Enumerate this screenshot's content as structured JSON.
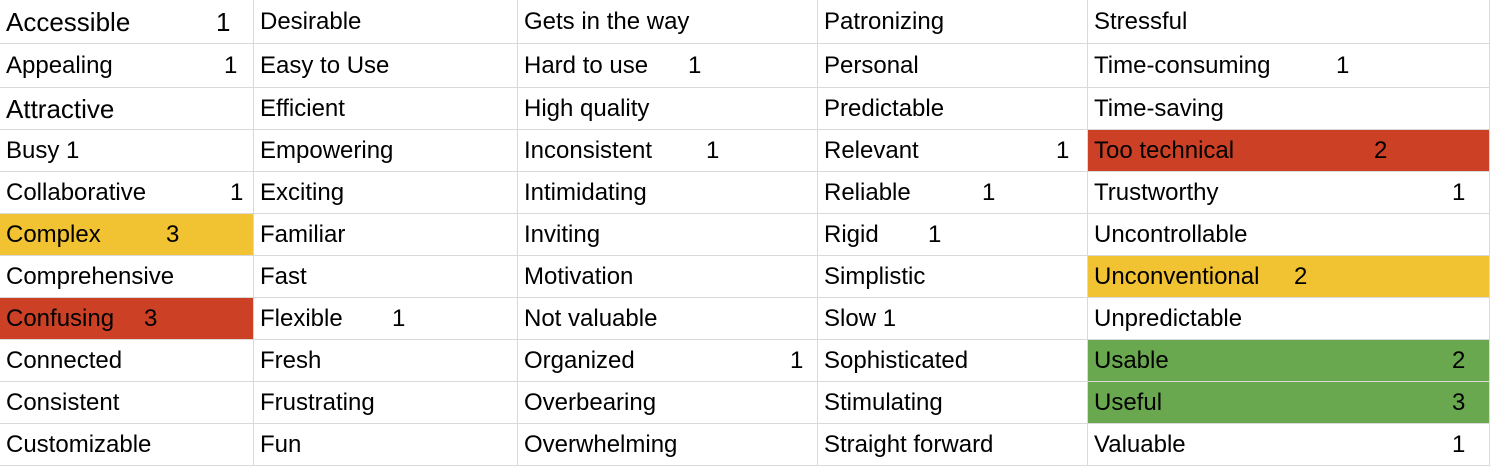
{
  "columns": [
    [
      {
        "word": "Accessible",
        "count": "1",
        "big": true
      },
      {
        "word": "Appealing",
        "count": "1"
      },
      {
        "word": "Attractive",
        "count": "",
        "big": true
      },
      {
        "word": "Busy 1",
        "count": ""
      },
      {
        "word": "Collaborative",
        "count": "1"
      },
      {
        "word": "Complex",
        "count": "3",
        "color": "#f1c232"
      },
      {
        "word": "Comprehensive",
        "count": ""
      },
      {
        "word": "Confusing",
        "count": "3",
        "color": "#cc4125"
      },
      {
        "word": "Connected",
        "count": ""
      },
      {
        "word": "Consistent",
        "count": ""
      },
      {
        "word": "Customizable",
        "count": ""
      }
    ],
    [
      {
        "word": "Desirable",
        "count": ""
      },
      {
        "word": "Easy to Use",
        "count": ""
      },
      {
        "word": "Efficient",
        "count": ""
      },
      {
        "word": "Empowering",
        "count": ""
      },
      {
        "word": "Exciting",
        "count": ""
      },
      {
        "word": "Familiar",
        "count": ""
      },
      {
        "word": "Fast",
        "count": ""
      },
      {
        "word": "Flexible",
        "count": "1"
      },
      {
        "word": "Fresh",
        "count": ""
      },
      {
        "word": "Frustrating",
        "count": ""
      },
      {
        "word": "Fun",
        "count": ""
      }
    ],
    [
      {
        "word": "Gets in the way",
        "count": ""
      },
      {
        "word": "Hard to use",
        "count": "1"
      },
      {
        "word": "High quality",
        "count": ""
      },
      {
        "word": "Inconsistent",
        "count": "1"
      },
      {
        "word": "Intimidating",
        "count": ""
      },
      {
        "word": "Inviting",
        "count": ""
      },
      {
        "word": "Motivation",
        "count": ""
      },
      {
        "word": "Not valuable",
        "count": ""
      },
      {
        "word": "Organized",
        "count": "1"
      },
      {
        "word": "Overbearing",
        "count": ""
      },
      {
        "word": "Overwhelming",
        "count": ""
      }
    ],
    [
      {
        "word": "Patronizing",
        "count": ""
      },
      {
        "word": "Personal",
        "count": ""
      },
      {
        "word": "Predictable",
        "count": ""
      },
      {
        "word": "Relevant",
        "count": "1"
      },
      {
        "word": "Reliable",
        "count": "1"
      },
      {
        "word": "Rigid",
        "count": "1"
      },
      {
        "word": "Simplistic",
        "count": ""
      },
      {
        "word": "Slow 1",
        "count": ""
      },
      {
        "word": "Sophisticated",
        "count": ""
      },
      {
        "word": "Stimulating",
        "count": ""
      },
      {
        "word": "Straight forward",
        "count": ""
      }
    ],
    [
      {
        "word": "Stressful",
        "count": ""
      },
      {
        "word": "Time-consuming",
        "count": "1"
      },
      {
        "word": "Time-saving",
        "count": ""
      },
      {
        "word": "Too technical",
        "count": "2",
        "color": "#cc4125"
      },
      {
        "word": "Trustworthy",
        "count": "1"
      },
      {
        "word": "Uncontrollable",
        "count": ""
      },
      {
        "word": "Unconventional",
        "count": "2",
        "color": "#f1c232"
      },
      {
        "word": "Unpredictable",
        "count": ""
      },
      {
        "word": "Usable",
        "count": "2",
        "color": "#6aa84f"
      },
      {
        "word": "Useful",
        "count": "3",
        "color": "#6aa84f"
      },
      {
        "word": "Valuable",
        "count": "1"
      }
    ]
  ]
}
